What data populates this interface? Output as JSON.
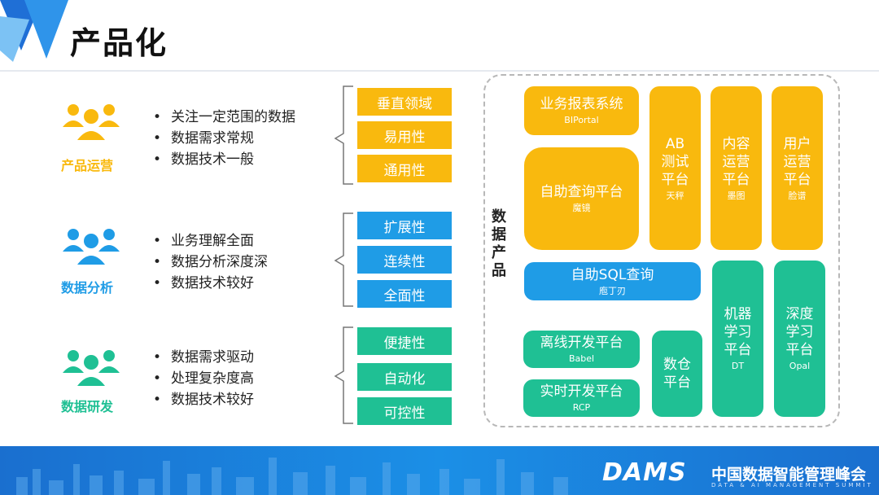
{
  "header": {
    "title": "产品化"
  },
  "personas": [
    {
      "label": "产品运营",
      "color": "#f9b90e",
      "bullets": [
        "关注一定范围的数据",
        "数据需求常规",
        "数据技术一般"
      ],
      "features": [
        "垂直领域",
        "易用性",
        "通用性"
      ]
    },
    {
      "label": "数据分析",
      "color": "#1f9ce6",
      "bullets": [
        "业务理解全面",
        "数据分析深度深",
        "数据技术较好"
      ],
      "features": [
        "扩展性",
        "连续性",
        "全面性"
      ]
    },
    {
      "label": "数据研发",
      "color": "#1fc094",
      "bullets": [
        "数据需求驱动",
        "处理复杂度高",
        "数据技术较好"
      ],
      "features": [
        "便捷性",
        "自动化",
        "可控性"
      ]
    }
  ],
  "products": {
    "section_label": "数据产品",
    "report": {
      "name": "业务报表系统",
      "sub": "BIPortal"
    },
    "query": {
      "name": "自助查询平台",
      "sub": "魔镜"
    },
    "ab": {
      "name": "AB 测试 平台",
      "sub": "天秤"
    },
    "content": {
      "name": "内容 运营 平台",
      "sub": "墨图"
    },
    "user": {
      "name": "用户 运营 平台",
      "sub": "脸谱"
    },
    "sql": {
      "name": "自助SQL查询",
      "sub": "庖丁刃"
    },
    "offline": {
      "name": "离线开发平台",
      "sub": "Babel"
    },
    "realtime": {
      "name": "实时开发平台",
      "sub": "RCP"
    },
    "warehouse": {
      "name": "数仓 平台"
    },
    "ml": {
      "name": "机器 学习 平台",
      "sub": "DT"
    },
    "dl": {
      "name": "深度 学习 平台",
      "sub": "Opal"
    }
  },
  "footer": {
    "brand": "DAMS",
    "brand_cn": "中国数据智能管理峰会",
    "brand_sub": "DATA & AI MANAGEMENT SUMMIT"
  }
}
